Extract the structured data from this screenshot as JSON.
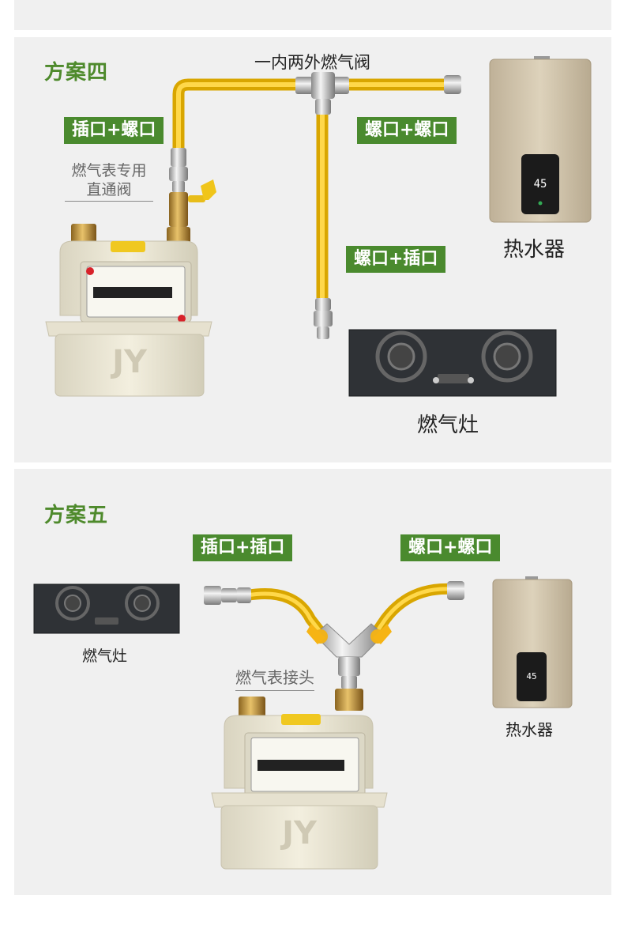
{
  "plan4": {
    "title": "方案四",
    "valve_label": "一内两外燃气阀",
    "tag_meter": "插口+螺口",
    "tag_heater": "螺口+螺口",
    "tag_stove": "螺口+插口",
    "meter_valve_label_line1": "燃气表专用",
    "meter_valve_label_line2": "直通阀",
    "heater_label": "热水器",
    "stove_label": "燃气灶",
    "meter_brand": "JY",
    "heater_display": "45"
  },
  "plan5": {
    "title": "方案五",
    "tag_stove": "插口+插口",
    "tag_heater": "螺口+螺口",
    "stove_label": "燃气灶",
    "connector_label": "燃气表接头",
    "heater_label": "热水器",
    "meter_brand": "JY",
    "heater_display": "45"
  },
  "colors": {
    "green_title": "#4e8a2c",
    "green_tag": "#4a8a2e",
    "pipe_yellow": "#f2c21b",
    "panel_bg": "#f0f0f0"
  }
}
